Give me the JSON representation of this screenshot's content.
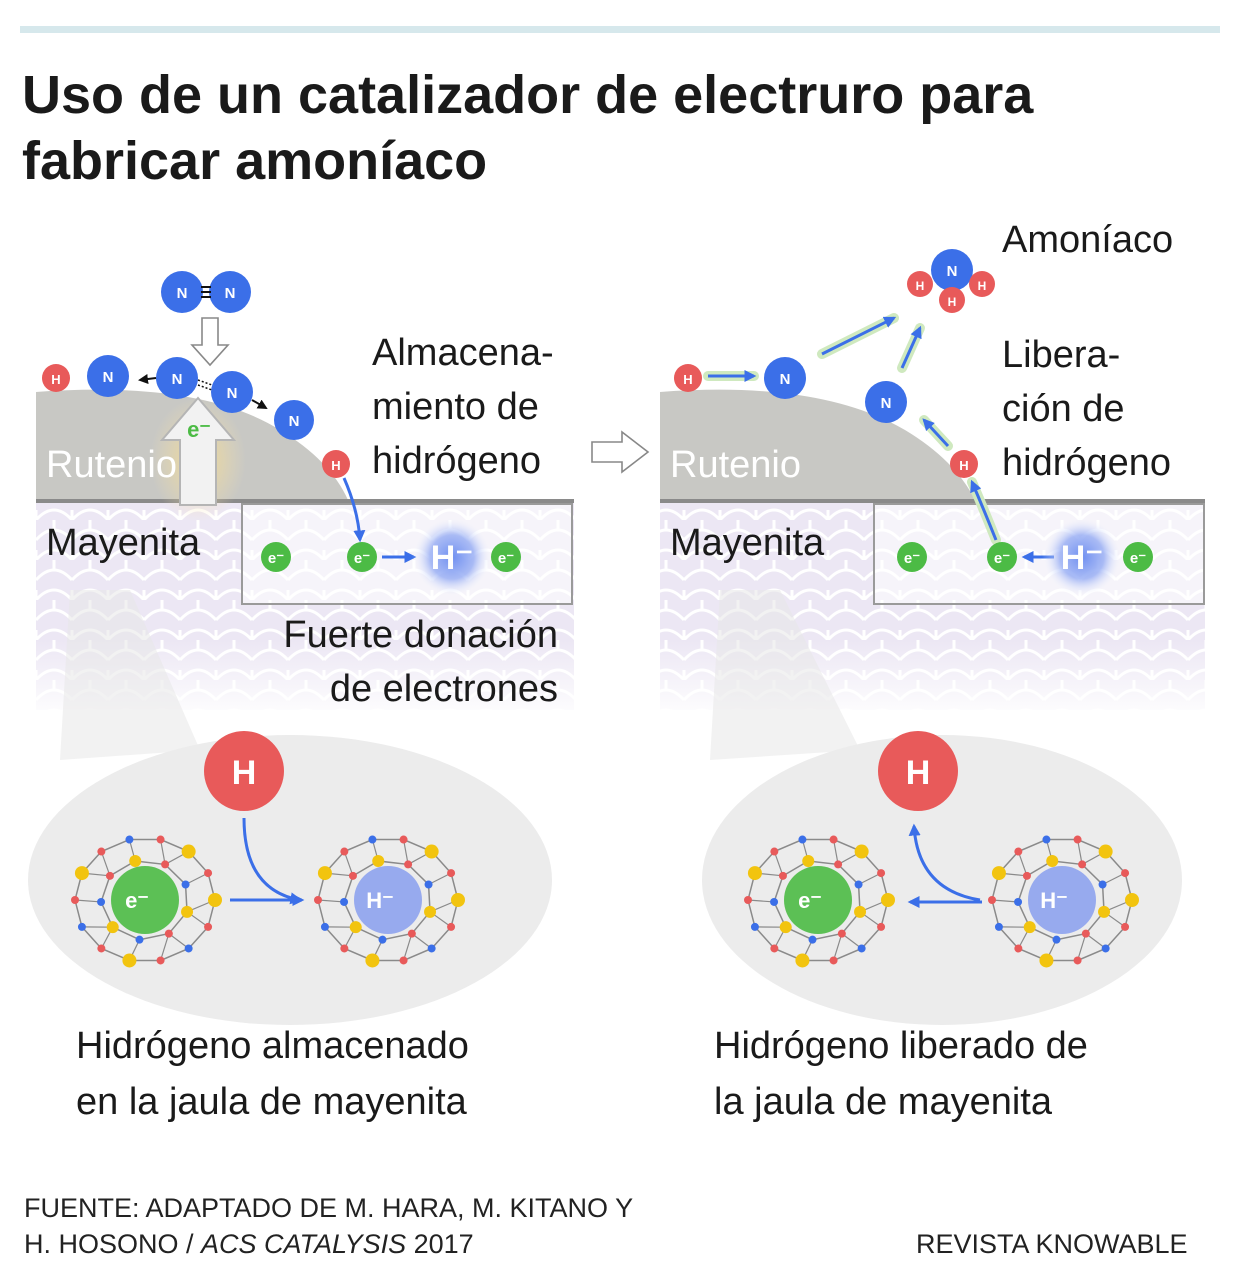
{
  "header": {
    "title_line1": "Uso de un catalizador de electruro para",
    "title_line2": "fabricar amoníaco"
  },
  "left_panel": {
    "metal_label": "Rutenio",
    "support_label": "Mayenita",
    "storage_line1": "Almacena-",
    "storage_line2": "miento de",
    "storage_line3": "hidrógeno",
    "donation_line1": "Fuerte donación",
    "donation_line2": "de electrones",
    "caption_line1": "Hidrógeno almacenado",
    "caption_line2": "en la jaula de mayenita"
  },
  "right_panel": {
    "metal_label": "Rutenio",
    "support_label": "Mayenita",
    "product_label": "Amoníaco",
    "release_line1": "Libera-",
    "release_line2": "ción de",
    "release_line3": "hidrógeno",
    "caption_line1": "Hidrógeno liberado de",
    "caption_line2": "la jaula de mayenita"
  },
  "symbols": {
    "nitrogen": "N",
    "hydrogen": "H",
    "electron": "e⁻",
    "hydride": "H⁻"
  },
  "footer": {
    "source_line1": "FUENTE: ADAPTADO DE M. HARA, M. KITANO Y",
    "source_line2_prefix": "H. HOSONO / ",
    "source_journal": "ACS CATALYSIS",
    "source_year": " 2017",
    "publisher": "REVISTA KNOWABLE"
  },
  "colors": {
    "nitrogen": "#3b6fe8",
    "hydrogen": "#e85a5a",
    "electron": "#4cbb45",
    "ruthenium": "#c8c8c4",
    "mayenite": "#ebe6f3",
    "arrow": "#3b6fe8",
    "cage_yellow": "#f2c40f"
  }
}
